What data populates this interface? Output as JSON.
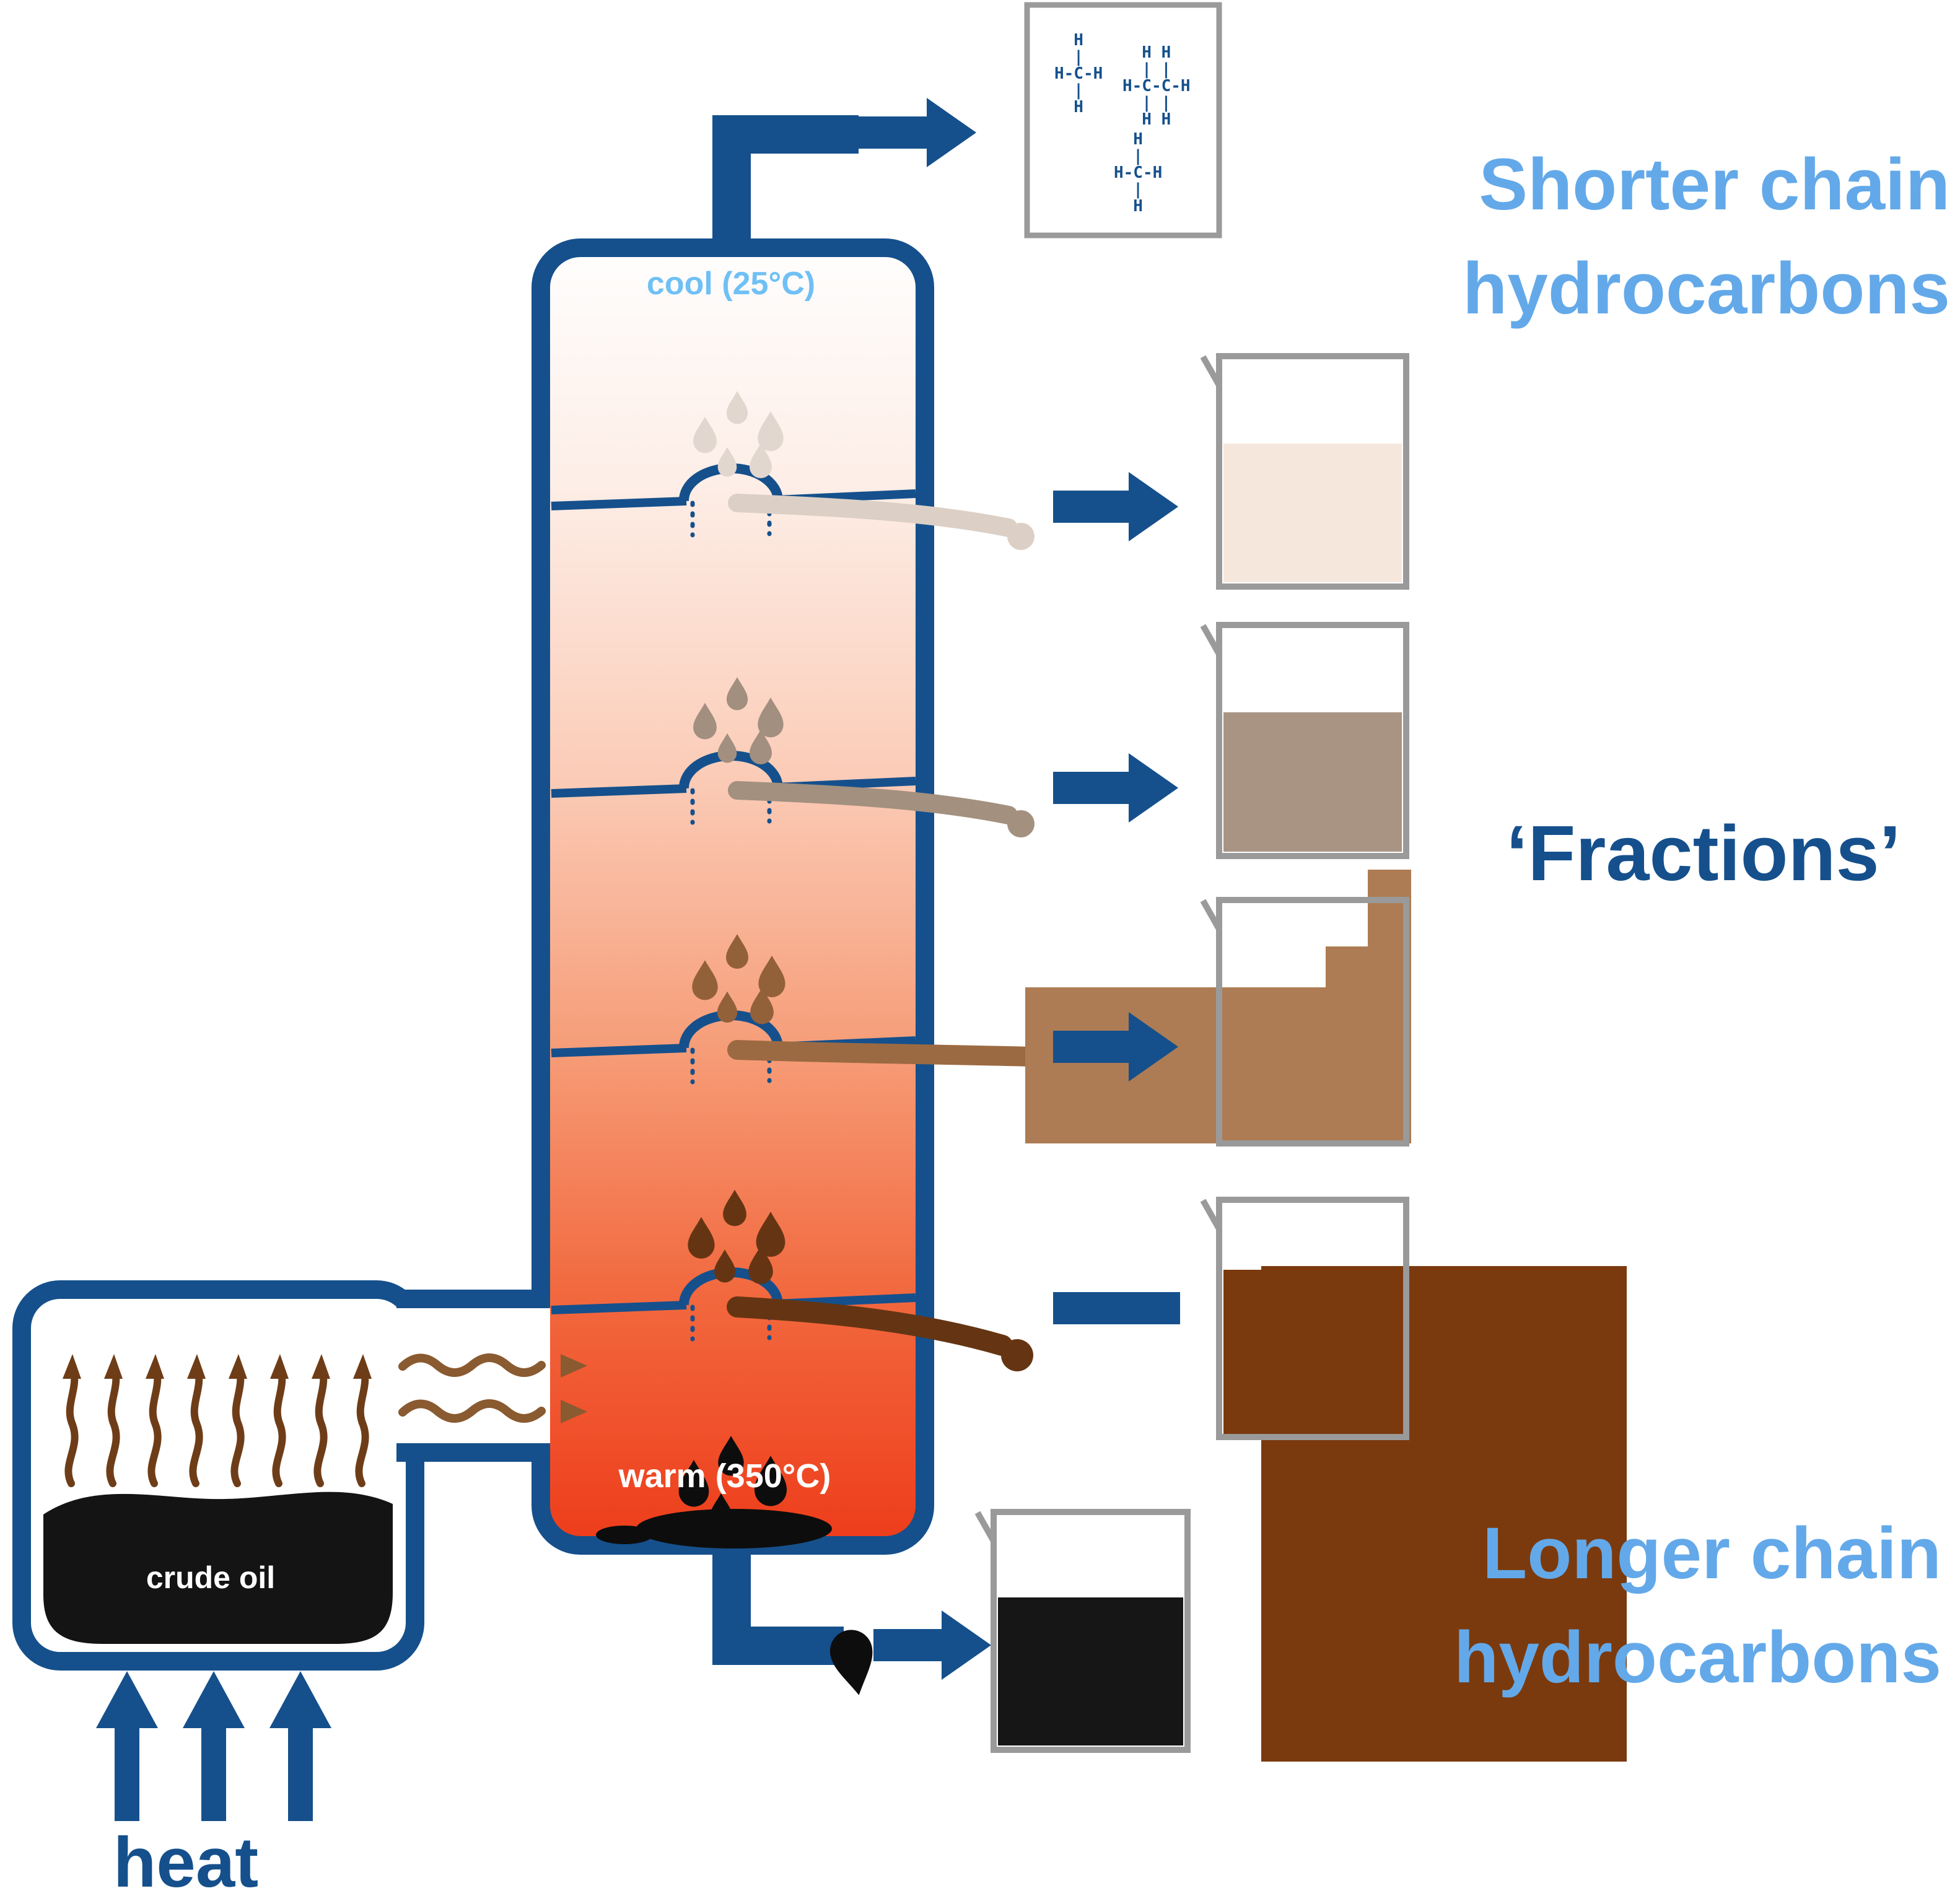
{
  "labels": {
    "cool": "cool (25°C)",
    "warm": "warm (350°C)",
    "crude_oil": "crude oil",
    "heat": "heat",
    "shorter_chain": "Shorter chain\nhydrocarbons",
    "fractions": "‘Fractions’",
    "longer_chain": "Longer chain\nhydrocarbons"
  },
  "molecules": {
    "methane_top": "  H\n  |\nH-C-H\n  |\n  H",
    "ethane": "  H H\n  | |\nH-C-C-H\n  | |\n  H H",
    "methane_bottom": "  H\n  |\nH-C-H\n  |\n  H"
  },
  "column": {
    "top_temperature": "cool (25°C)",
    "bottom_temperature": "warm (350°C)",
    "tray_count": 4
  },
  "fractions_collected": [
    {
      "name": "gas-fraction",
      "container": "molecule-box",
      "color": "#ffffff"
    },
    {
      "name": "fraction-1-lightest",
      "container": "beaker",
      "color": "#f6e7dd"
    },
    {
      "name": "fraction-2",
      "container": "beaker",
      "color": "#a99484"
    },
    {
      "name": "fraction-3",
      "container": "beaker",
      "color": "#ad7c54"
    },
    {
      "name": "fraction-4",
      "container": "beaker",
      "color": "#7b3a0e"
    },
    {
      "name": "residue-bitumen",
      "container": "beaker",
      "color": "#161616"
    }
  ],
  "colors": {
    "navy": "#15508c",
    "light_blue": "#63a9e9",
    "cool_label_blue": "#6fc0f5",
    "column_cool": "#fffefe",
    "column_hot": "#ee3c1a",
    "gray_border": "#9a9a9a",
    "crude_oil_black": "#141414",
    "vapor_brown": "#8a5a30",
    "fraction1": "#f6e7dd",
    "fraction2": "#a99484",
    "fraction3": "#ad7c54",
    "fraction4": "#7b3a0e",
    "residue": "#161616"
  }
}
